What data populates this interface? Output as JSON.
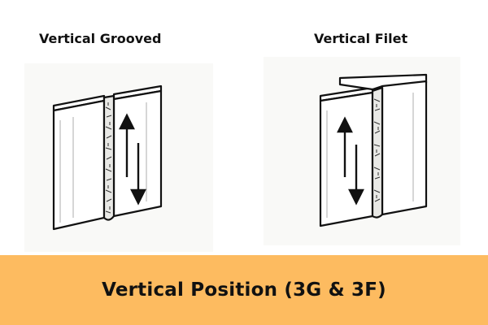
{
  "panels": {
    "left": {
      "title": "Vertical Grooved"
    },
    "right": {
      "title": "Vertical Filet"
    }
  },
  "banner": {
    "text": "Vertical Position (3G & 3F)",
    "background": "#FDBB60"
  },
  "colors": {
    "ink": "#111111",
    "paper_tint": "#f7f7f5"
  },
  "icons": {
    "left_arrow": "up-down-arrows-icon",
    "right_arrow": "up-down-arrows-icon"
  }
}
